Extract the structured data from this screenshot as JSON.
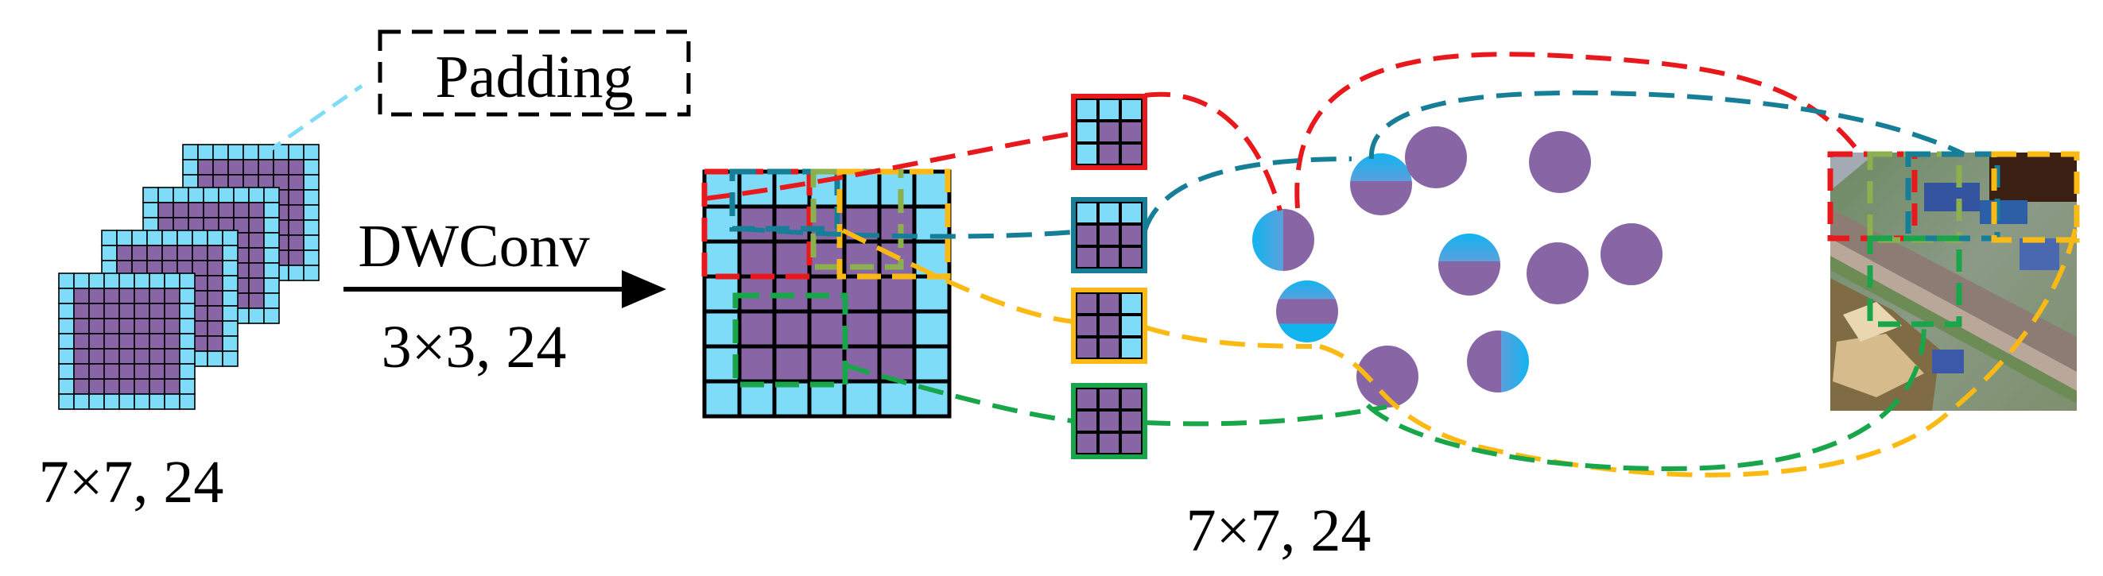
{
  "labels": {
    "padding": "Padding",
    "operation": "DWConv",
    "kernel": "3×3, 24",
    "input_size": "7×7, 24",
    "output_size": "7×7, 24"
  },
  "colors": {
    "cyan": "#7fdcf8",
    "purple": "#8866a6",
    "red": "#e8191c",
    "teal": "#167f97",
    "yellow": "#fbba13",
    "green": "#19a54a",
    "olive": "#8db04e",
    "light_blue_line": "#7fdcf8"
  },
  "grid": {
    "input_cells": 9,
    "padded_cells": 7,
    "kernel_cells": 3
  }
}
